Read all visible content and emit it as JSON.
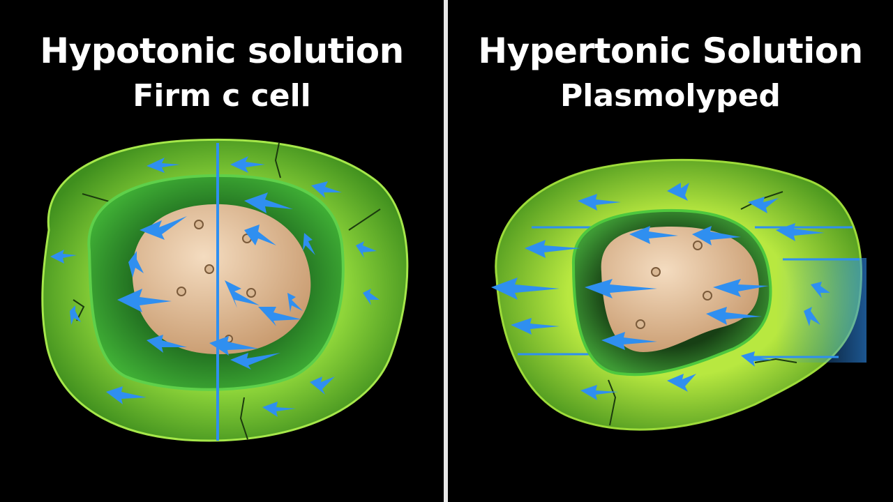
{
  "left_panel": {
    "title": "Hypotonic solution",
    "subtitle": "Firm c cell"
  },
  "right_panel": {
    "title": "Hypertonic Solution",
    "subtitle": "Plasmolyped"
  },
  "colors": {
    "background": "#000000",
    "cell_wall": "#6fbf2a",
    "cytoplasm": "#2e8f2a",
    "vacuole": "#e6c4a0",
    "arrow": "#2f8ff0",
    "divider": "#e8e8e8"
  }
}
